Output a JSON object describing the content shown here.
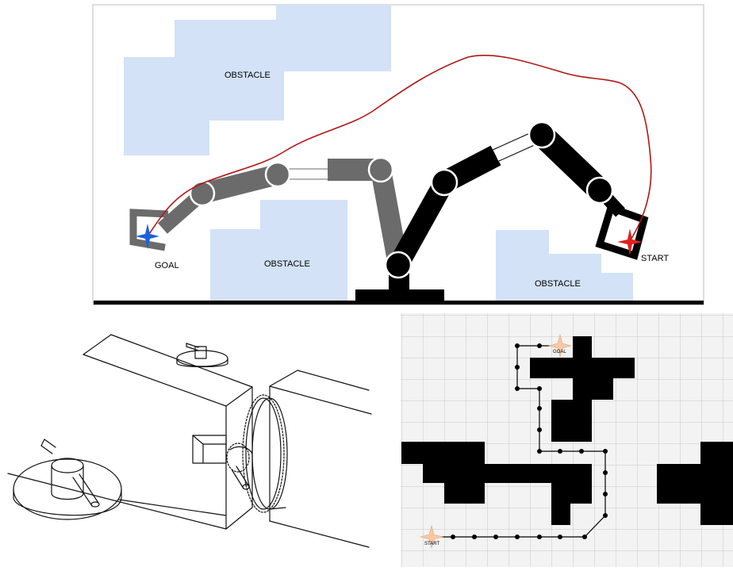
{
  "arm_scene": {
    "obstacle_label": "OBSTACLE",
    "goal_label": "GOAL",
    "start_label": "START",
    "colors": {
      "obstacle": "#d3e2f7",
      "path": "#b01818",
      "goal_marker": "#1a5fe0",
      "start_marker": "#e02020",
      "arm_goal_pose": "#6b6b6b",
      "arm_start_pose": "#000000",
      "floor": "#000000"
    }
  },
  "mechanism": {
    "description_visible": false
  },
  "grid_scene": {
    "goal_label": "GOAL",
    "start_label": "START",
    "colors": {
      "background": "#f3f3f3",
      "grid_line": "#c8c8c8",
      "wall": "#000000",
      "path_dot": "#000000",
      "marker_star": "#f5c9a8"
    }
  }
}
